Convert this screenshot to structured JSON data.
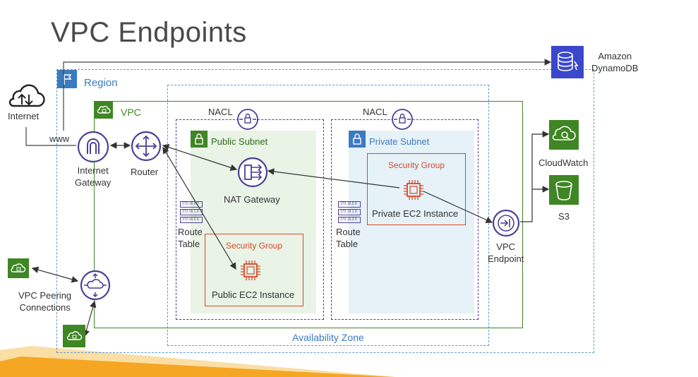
{
  "title": "VPC Endpoints",
  "labels": {
    "internet": "Internet",
    "www": "www",
    "region": "Region",
    "vpc": "VPC",
    "internet_gateway": "Internet\nGateway",
    "router": "Router",
    "nacl_public": "NACL",
    "nacl_private": "NACL",
    "public_subnet": "Public Subnet",
    "private_subnet": "Private Subnet",
    "nat_gateway": "NAT Gateway",
    "route_table_public": "Route\nTable",
    "route_table_private": "Route\nTable",
    "security_group_public": "Security Group",
    "security_group_private": "Security Group",
    "public_ec2": "Public EC2 Instance",
    "private_ec2": "Private EC2 Instance",
    "vpc_endpoint": "VPC\nEndpoint",
    "cloudwatch": "CloudWatch",
    "s3": "S3",
    "dynamodb": "Amazon\nDynamoDB",
    "vpc_peering": "VPC Peering\nConnections",
    "availability_zone": "Availability Zone"
  },
  "route_table_rows": [
    "172.16.0.0",
    "172.16.1.0",
    "172.16.2.0"
  ],
  "colors": {
    "region_border": "#5a9bd5",
    "vpc_green": "#3f8624",
    "public_subnet_bg": "#e9f3e6",
    "private_subnet_bg": "#e6f2f8",
    "private_blue": "#3b7bbf",
    "security_group": "#d6492a",
    "az_blue": "#5a9bd5",
    "nacl_purple": "#4b3f95",
    "dynamodb": "#3b48cc",
    "cloudwatch_s3": "#3f8624",
    "orange_band": "#f5a623"
  }
}
